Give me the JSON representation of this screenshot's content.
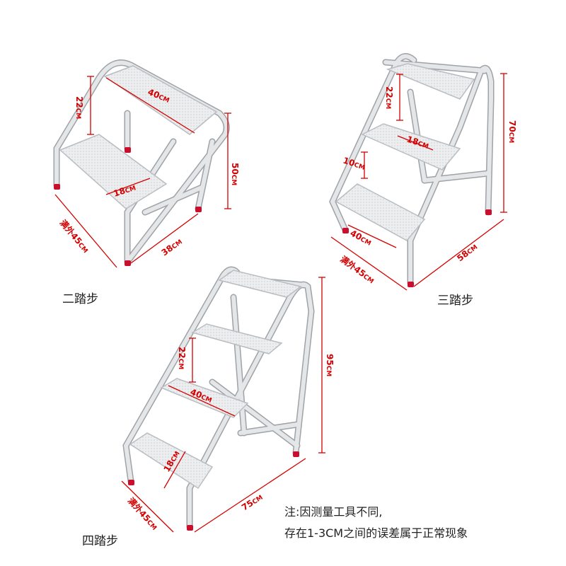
{
  "captions": {
    "two_step": "二踏步",
    "three_step": "三踏步",
    "four_step": "四踏步"
  },
  "note": {
    "line1": "注:因测量工具不同,",
    "line2": "存在1-3CM之间的误差属于正常现象"
  },
  "two_step": {
    "top_width": "40",
    "step_gap": "22",
    "height": "50",
    "step_depth": "18",
    "base_depth": "38",
    "full_width": "满外45"
  },
  "three_step": {
    "step_gap": "22",
    "step_depth": "18",
    "low_gap": "10",
    "height": "70",
    "step_width": "40",
    "full_width": "满外45",
    "base_depth": "58"
  },
  "four_step": {
    "step_gap": "22",
    "height": "95",
    "step_width": "40",
    "step_depth": "18",
    "full_width": "满外45",
    "base_depth": "75"
  },
  "unit": "CM",
  "colors": {
    "frame": "#e2e4e6",
    "frame_edge": "#9ea3a8",
    "step": "#eceeef",
    "dimension": "#d40000",
    "foot": "#c8102e"
  }
}
